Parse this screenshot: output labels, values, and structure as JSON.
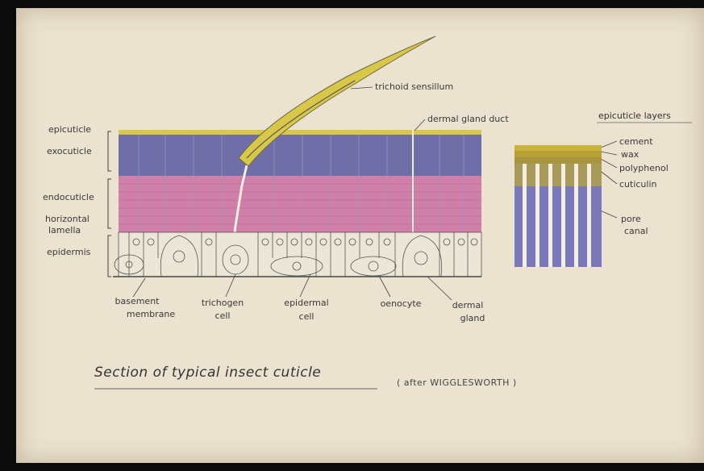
{
  "diagram": {
    "title": "Section of typical insect cuticle",
    "credit": "( after WIGGLESWORTH )",
    "left_labels": {
      "epicuticle": "epicuticle",
      "exocuticle": "exocuticle",
      "endocuticle": "endocuticle",
      "horizontal_lamella_1": "horizontal",
      "horizontal_lamella_2": "lamella",
      "epidermis": "epidermis"
    },
    "top_labels": {
      "trichoid_sensillum": "trichoid sensillum",
      "dermal_gland_duct": "dermal gland duct"
    },
    "bottom_labels": {
      "basement_membrane_1": "basement",
      "basement_membrane_2": "membrane",
      "trichogen_cell_1": "trichogen",
      "trichogen_cell_2": "cell",
      "epidermal_cell_1": "epidermal",
      "epidermal_cell_2": "cell",
      "oenocyte": "oenocyte",
      "dermal_gland_1": "dermal",
      "dermal_gland_2": "gland"
    },
    "epicuticle_layers": {
      "heading": "epicuticle layers",
      "cement": "cement",
      "wax": "wax",
      "polyphenol": "polyphenol",
      "cuticulin": "cuticulin",
      "pore_canal_1": "pore",
      "pore_canal_2": "canal"
    },
    "colors": {
      "background": "#ebe2cf",
      "exocuticle": "#6f6ea8",
      "endocuticle": "#d07fa8",
      "epicuticle": "#d9c74a",
      "ink": "#3a3a3a"
    }
  }
}
